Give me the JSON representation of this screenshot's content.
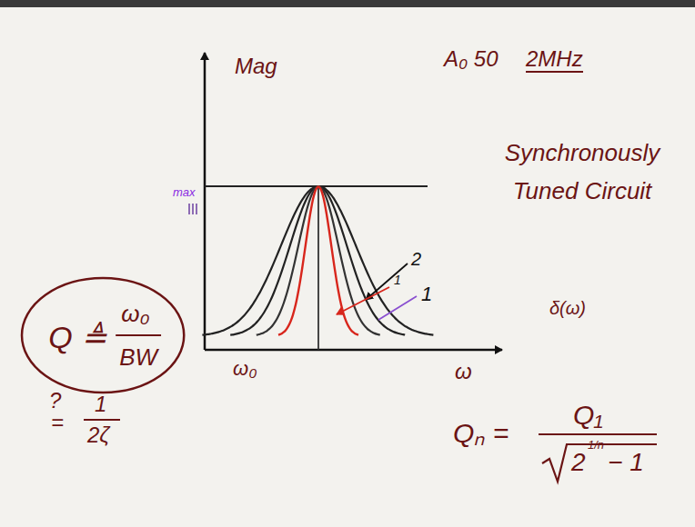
{
  "diagram": {
    "nodes": [
      {
        "text": [
          "Q ≜",
          "ω₀",
          "BW"
        ]
      }
    ],
    "labels": [
      "Mag",
      "max",
      "A₀ 50",
      "2MHz",
      "Synchronously Tuned Circuit",
      "2",
      "1",
      "1",
      "ω₀",
      "ω",
      "δ(ω)",
      "Qₙ =",
      "Q₁",
      "2",
      "1/n",
      "− 1",
      "?",
      "=",
      "1",
      "2ζ"
    ]
  }
}
